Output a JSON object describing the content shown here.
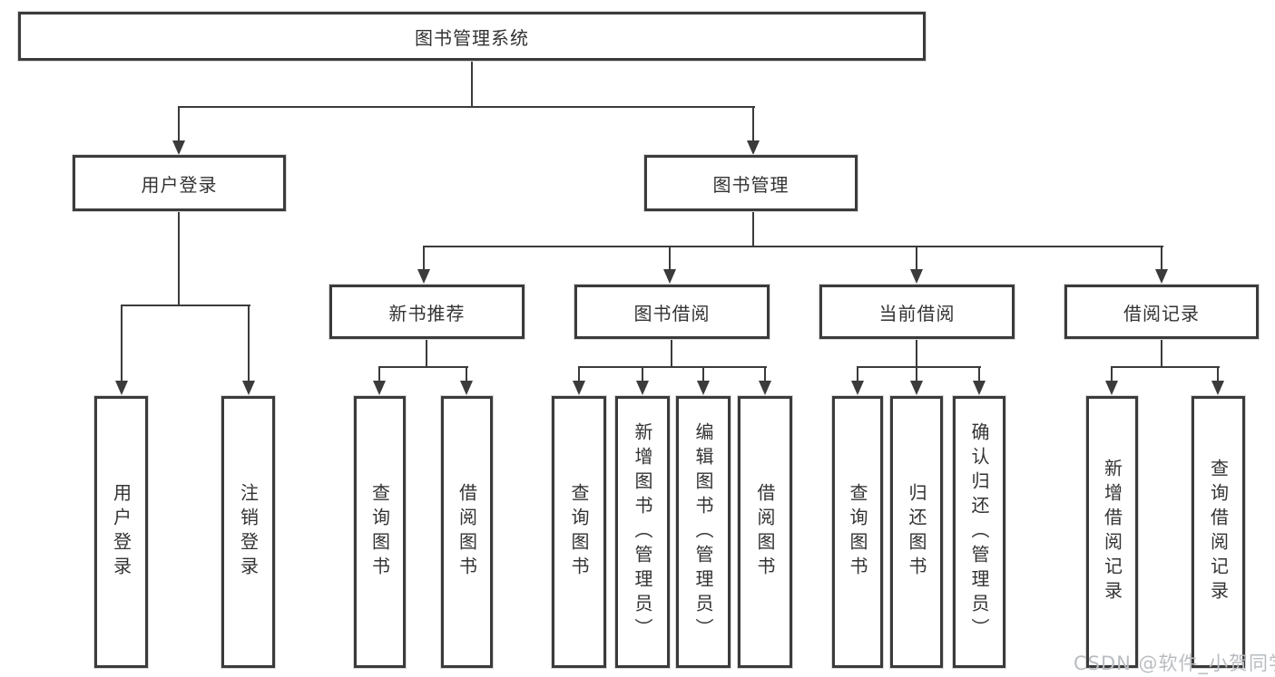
{
  "tree": {
    "label": "图书管理系统",
    "children": [
      {
        "label": "用户登录",
        "children": [
          {
            "label": "用户登录"
          },
          {
            "label": "注销登录"
          }
        ]
      },
      {
        "label": "图书管理",
        "children": [
          {
            "label": "新书推荐",
            "children": [
              {
                "label": "查询图书"
              },
              {
                "label": "借阅图书"
              }
            ]
          },
          {
            "label": "图书借阅",
            "children": [
              {
                "label": "查询图书"
              },
              {
                "label": "新增图书（管理员）"
              },
              {
                "label": "编辑图书（管理员）"
              },
              {
                "label": "借阅图书"
              }
            ]
          },
          {
            "label": "当前借阅",
            "children": [
              {
                "label": "查询图书"
              },
              {
                "label": "归还图书"
              },
              {
                "label": "确认归还（管理员）"
              }
            ]
          },
          {
            "label": "借阅记录",
            "children": [
              {
                "label": "新增借阅记录"
              },
              {
                "label": "查询借阅记录"
              }
            ]
          }
        ]
      }
    ]
  },
  "watermark": {
    "text": "CSDN @软件_小贺同学"
  },
  "colors": {
    "line": "#3b3b3b",
    "text": "#333333",
    "watermark": "#b9bdc1",
    "background": "#ffffff"
  }
}
